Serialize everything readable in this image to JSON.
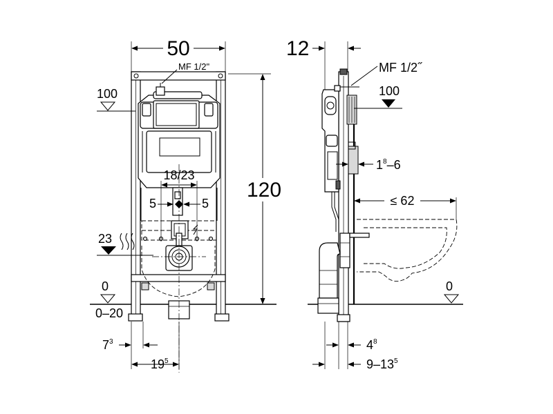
{
  "front_view": {
    "width_dim": "50",
    "height_dim": "120",
    "supply_label": "MF 1/2\"",
    "level_100": "100",
    "spacing_dim": "18/23",
    "offset_left": "5",
    "offset_right": "5",
    "level_23": "23",
    "level_0": "0",
    "floor_range": "0–20",
    "foot_offset_base": "7",
    "foot_offset_sup": "3",
    "drain_offset_base": "19",
    "drain_offset_sup": "5"
  },
  "side_view": {
    "depth_dim": "12",
    "supply_label": "MF 1/2˝",
    "level_100": "100",
    "wall_range_base": "1",
    "wall_range_sup": "8",
    "wall_range_tail": "–6",
    "bowl_dim": "≤ 62",
    "level_0": "0",
    "foot_dim_base": "4",
    "foot_dim_sup": "8",
    "foot_range_base": "9–13",
    "foot_range_sup": "5"
  }
}
